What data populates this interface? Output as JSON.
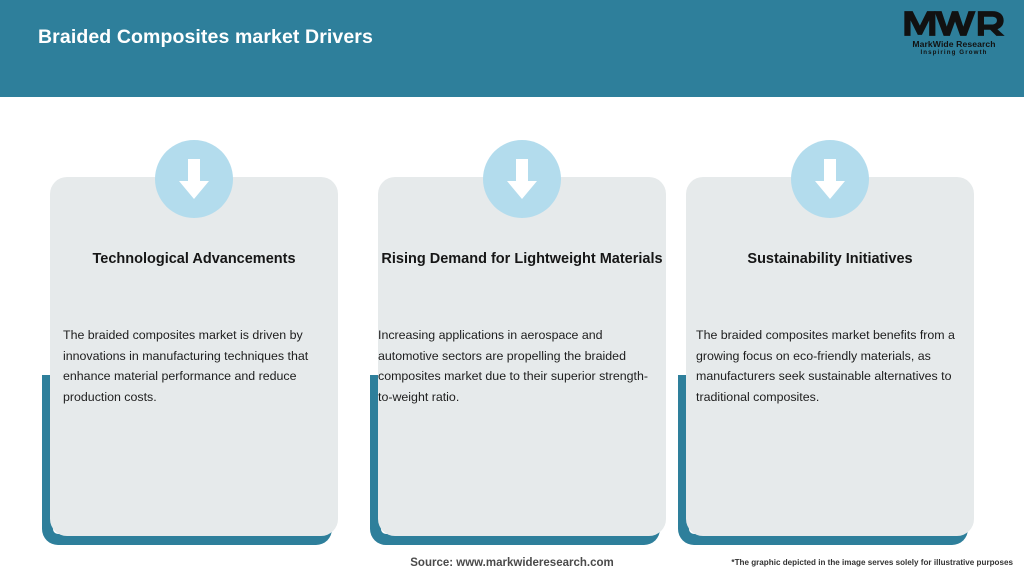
{
  "header": {
    "title": "Braided Composites market Drivers",
    "background_color": "#2e7f9b",
    "title_color": "#ffffff",
    "logo": {
      "mark": "MWR",
      "name": "MarkWide Research",
      "tagline": "Inspiring Growth"
    }
  },
  "theme": {
    "accent_color": "#2e7f9b",
    "card_color": "#e6eaeb",
    "badge_color": "#b3dced",
    "arrow_color": "#ffffff",
    "page_background": "#ffffff"
  },
  "cards": [
    {
      "icon": "arrow-down-icon",
      "title": "Technological Advancements",
      "body": "The braided composites market is driven by innovations in manufacturing techniques that enhance material performance and reduce production costs."
    },
    {
      "icon": "arrow-down-icon",
      "title": "Rising Demand for Lightweight Materials",
      "body": "Increasing applications in aerospace and automotive sectors are propelling the braided composites market due to their superior strength-to-weight ratio."
    },
    {
      "icon": "arrow-down-icon",
      "title": "Sustainability Initiatives",
      "body": "The braided composites market benefits from a growing focus on eco-friendly materials, as manufacturers seek sustainable alternatives to traditional composites."
    }
  ],
  "footer": {
    "source": "Source: www.markwideresearch.com",
    "disclaimer": "*The graphic depicted in the image serves solely for illustrative purposes"
  }
}
